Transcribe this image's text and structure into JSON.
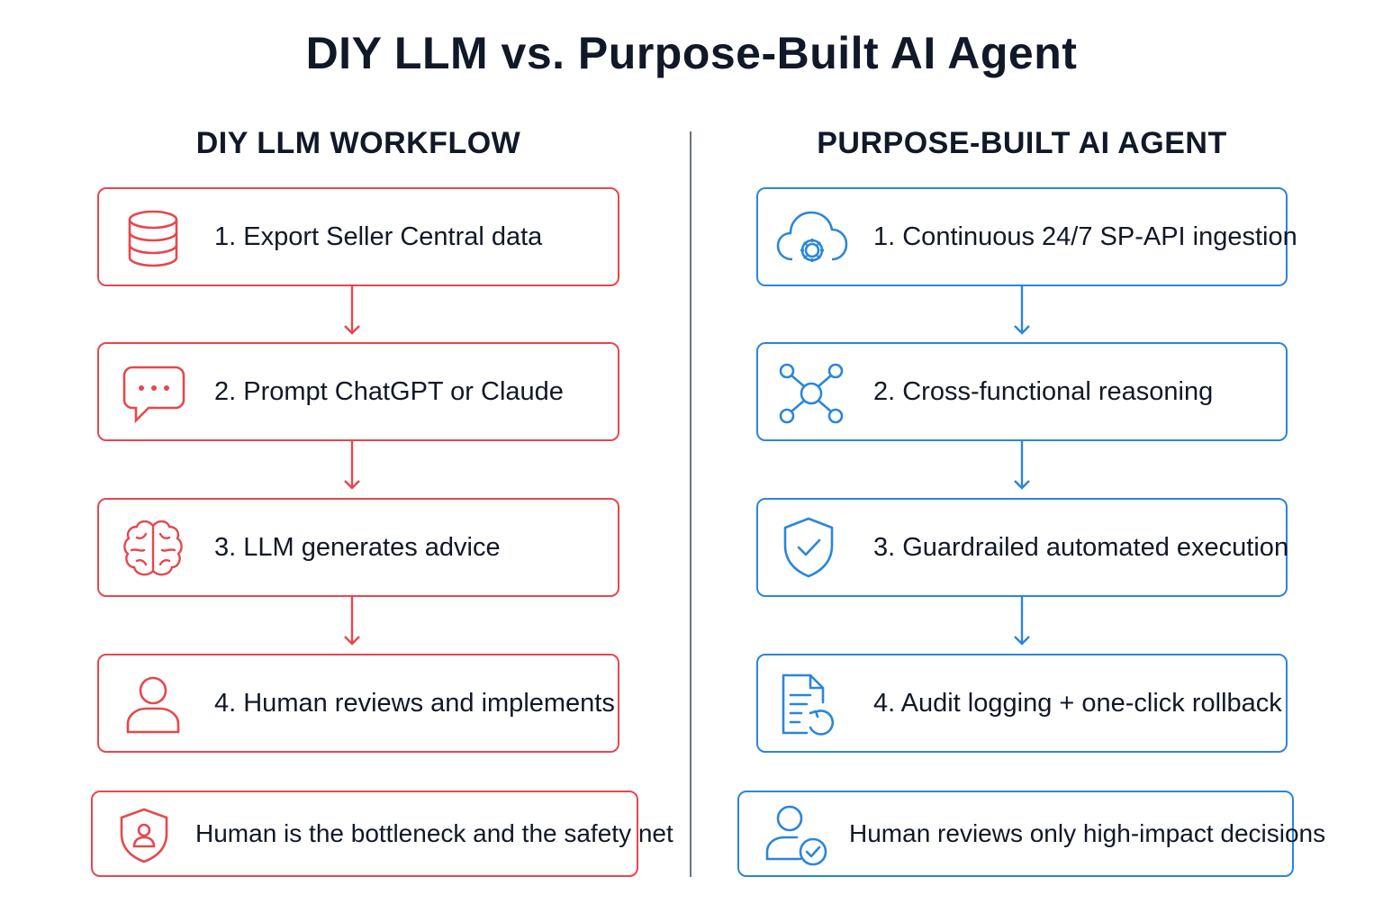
{
  "title": "DIY LLM vs. Purpose-Built AI Agent",
  "colors": {
    "red": "#e5484d",
    "blue": "#2b86d9",
    "text": "#111827",
    "divider": "#6b7280"
  },
  "left": {
    "heading": "DIY LLM WORKFLOW",
    "steps": [
      {
        "label": "1. Export Seller Central data",
        "icon": "database-icon"
      },
      {
        "label": "2. Prompt ChatGPT or Claude",
        "icon": "chat-bubble-icon"
      },
      {
        "label": "3. LLM generates advice",
        "icon": "brain-icon"
      },
      {
        "label": "4. Human reviews and implements",
        "icon": "user-icon"
      }
    ],
    "footer": {
      "label": "Human is the bottleneck and the safety net",
      "icon": "shield-user-icon"
    }
  },
  "right": {
    "heading": "PURPOSE-BUILT AI AGENT",
    "steps": [
      {
        "label": "1. Continuous 24/7 SP-API ingestion",
        "icon": "cloud-gear-icon"
      },
      {
        "label": "2. Cross-functional reasoning",
        "icon": "network-icon"
      },
      {
        "label": "3. Guardrailed automated execution",
        "icon": "shield-check-icon"
      },
      {
        "label": "4. Audit logging + one-click rollback",
        "icon": "document-rollback-icon"
      }
    ],
    "footer": {
      "label": "Human reviews only high-impact decisions",
      "icon": "user-check-icon"
    }
  }
}
